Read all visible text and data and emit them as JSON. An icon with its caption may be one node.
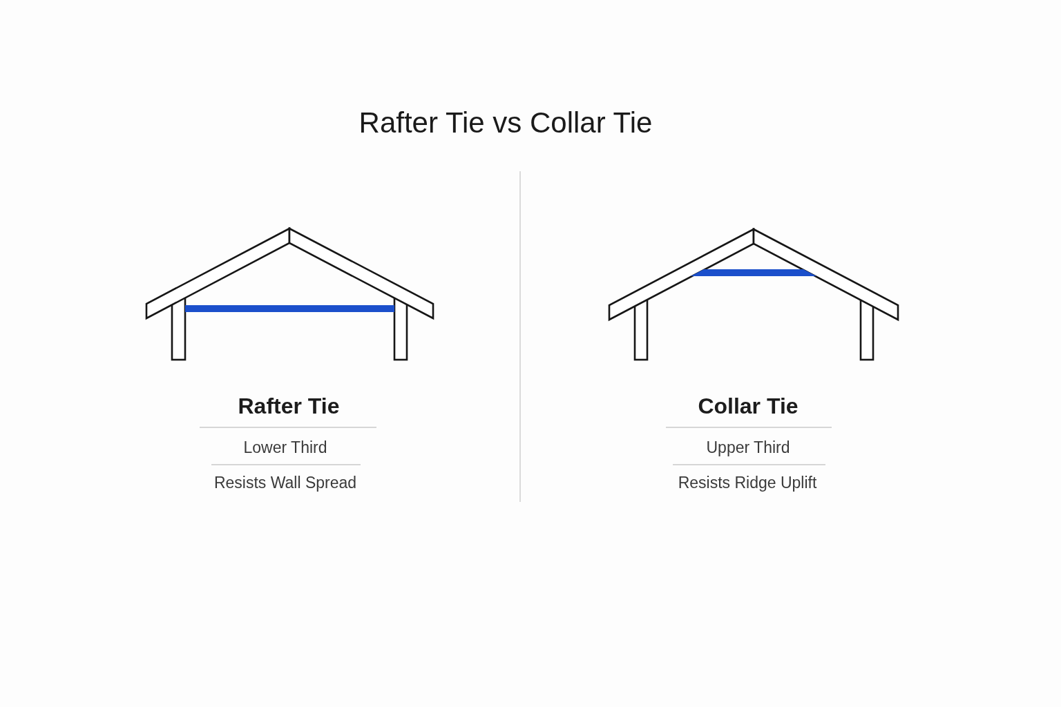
{
  "diagram": {
    "title": "Rafter Tie vs Collar Tie",
    "labels": [
      "Rafter Tie",
      "Lower Third",
      "Resists Wall Spread",
      "Collar Tie",
      "Upper Third",
      "Resists Ridge Uplift"
    ]
  }
}
